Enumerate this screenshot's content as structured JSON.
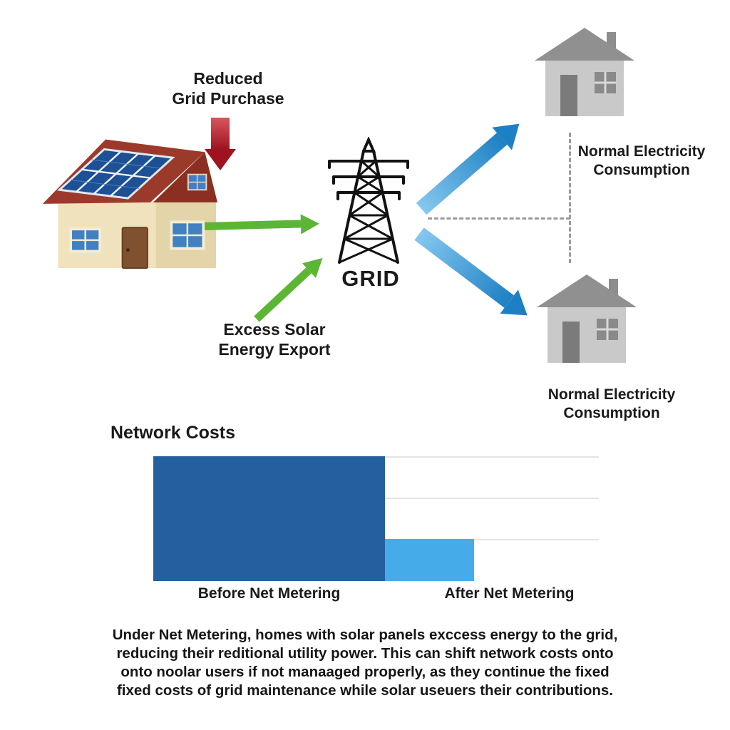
{
  "diagram": {
    "labels": {
      "reduced_grid_purchase": "Reduced\nGrid Purchase",
      "excess_solar_export": "Excess Solar\nEnergy Export",
      "grid": "GRID",
      "normal_consumption_top": "Normal Electricity\nConsumption",
      "normal_consumption_bottom": "Normal Electricity\nConsumption"
    },
    "icons": {
      "solar_house": "house-with-solar-panels",
      "grid_tower": "transmission-tower",
      "consumer_house_top": "gray-house",
      "consumer_house_bottom": "gray-house"
    },
    "arrows": {
      "reduced_grid_purchase": {
        "direction": "down",
        "color": "#a51622"
      },
      "house_to_grid": {
        "direction": "right",
        "color": "#5cb634"
      },
      "excess_export_to_grid": {
        "direction": "up-right",
        "color": "#5cb634"
      },
      "grid_to_house_top": {
        "direction": "up-right",
        "color": "#2a8fd0"
      },
      "grid_to_house_bottom": {
        "direction": "down-right",
        "color": "#2a8fd0"
      }
    },
    "connectors": {
      "style": "dashed",
      "color": "#9b9b9b"
    }
  },
  "chart_data": {
    "type": "bar",
    "title": "Network Costs",
    "categories": [
      "Before Net Metering",
      "After Net Metering"
    ],
    "values": [
      100,
      34
    ],
    "ylim": [
      0,
      100
    ],
    "xlabel": "",
    "ylabel": "",
    "grid": "horizontal",
    "legend": "none",
    "colors": [
      "#265f9f",
      "#45ace9"
    ]
  },
  "caption": {
    "text": "Under Net Metering, homes with solar panels exccess energy to the grid,\nreducing their reditional utility power. This can shift network costs onto\nonto noolar users if not manaaged properly, as they continue the fixed\nfixed costs of grid maintenance while solar useuers their contributions."
  }
}
